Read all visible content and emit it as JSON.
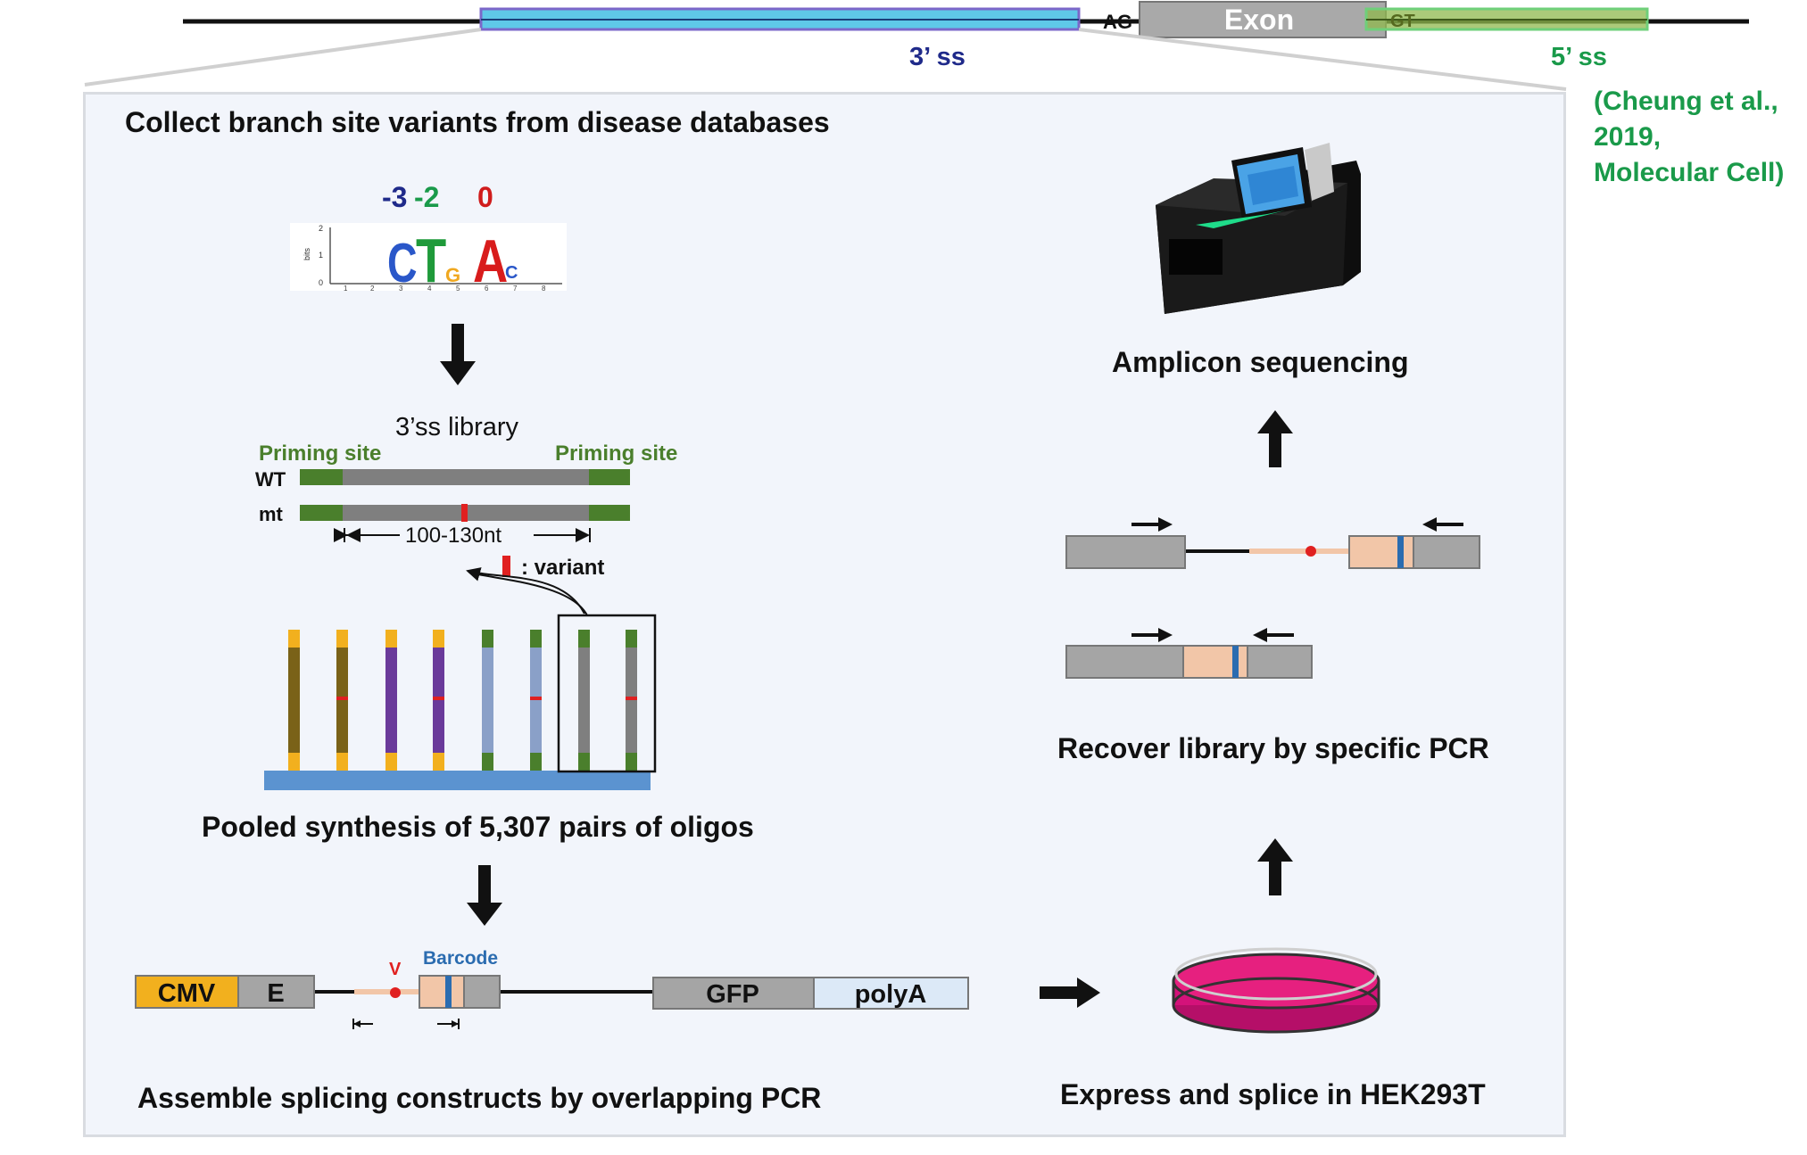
{
  "gene_bar": {
    "ag": "AG",
    "exon": "Exon",
    "gt": "GT",
    "ss3": "3’ ss",
    "ss5": "5’ ss"
  },
  "citation": [
    "(Cheung et al.,",
    "2019,",
    "Molecular Cell)"
  ],
  "steps": {
    "collect": "Collect branch site variants from disease databases",
    "pooled": "Pooled synthesis of 5,307 pairs of oligos",
    "assemble": "Assemble splicing constructs by overlapping PCR",
    "express": "Express and splice in HEK293T",
    "recover": "Recover library by specific PCR",
    "amplicon": "Amplicon sequencing"
  },
  "motif": {
    "pos_m3": "-3",
    "pos_m2": "-2",
    "pos_0": "0",
    "letters": [
      "C",
      "T",
      "G",
      "A",
      "C"
    ],
    "ylabel": "bits",
    "yticks": [
      "2",
      "1",
      "0"
    ],
    "xticks": [
      "1",
      "2",
      "3",
      "4",
      "5",
      "6",
      "7",
      "8"
    ]
  },
  "library": {
    "title": "3’ss library",
    "priming_left": "Priming site",
    "priming_right": "Priming site",
    "wt": "WT",
    "mt": "mt",
    "length": "100-130nt",
    "variant": ": variant"
  },
  "construct": {
    "cmv": "CMV",
    "e": "E",
    "v": "V",
    "barcode": "Barcode",
    "gfp": "GFP",
    "polya": "polyA"
  },
  "colors": {
    "blue3ss": "#1f2a8a",
    "green5ss": "#1a9a4a",
    "primer_green": "#4a7f2c",
    "gray_box": "#a5a5a5",
    "variant_red": "#e02020",
    "barcode_blue": "#2b6cb0",
    "dish_pink": "#d4127a",
    "cmv_yellow": "#f2b01e",
    "plate_blue": "#5b93d0"
  }
}
